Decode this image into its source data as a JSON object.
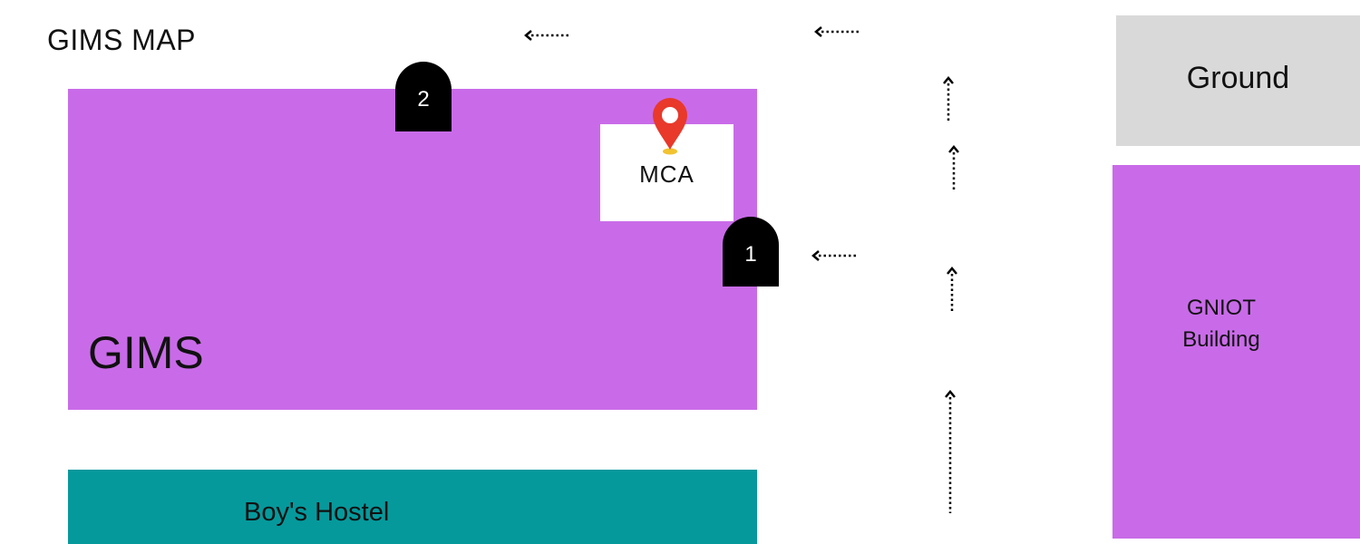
{
  "map": {
    "title": "GIMS MAP",
    "buildings": {
      "gims": {
        "label": "GIMS",
        "color": "#c96be8"
      },
      "mca": {
        "label": "MCA"
      },
      "hostel": {
        "label": "Boy's Hostel",
        "color": "#06999c"
      },
      "ground": {
        "label": "Ground",
        "color": "#d9d9d9"
      },
      "gniot": {
        "line1": "GNIOT",
        "line2": "Building",
        "color": "#c96be8"
      }
    },
    "gates": {
      "gate_1": "1",
      "gate_2": "2"
    },
    "pin": {
      "icon": "location-pin-icon",
      "color": "#e8392b"
    },
    "arrows": [
      {
        "name": "path-arrow-left-top-1",
        "direction": "left"
      },
      {
        "name": "path-arrow-left-top-2",
        "direction": "left"
      },
      {
        "name": "path-arrow-left-gate-1",
        "direction": "left"
      },
      {
        "name": "path-arrow-up-1",
        "direction": "up"
      },
      {
        "name": "path-arrow-up-2",
        "direction": "up"
      },
      {
        "name": "path-arrow-up-3",
        "direction": "up"
      },
      {
        "name": "path-arrow-up-4",
        "direction": "up"
      }
    ]
  }
}
